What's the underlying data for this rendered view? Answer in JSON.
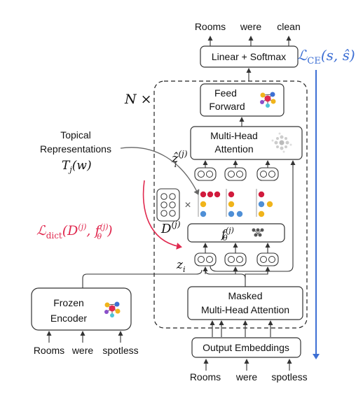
{
  "top_words": [
    "Rooms",
    "were",
    "clean"
  ],
  "input_words_left": [
    "Rooms",
    "were",
    "spotless"
  ],
  "input_words_right": [
    "Rooms",
    "were",
    "spotless"
  ],
  "boxes": {
    "linear_softmax": "Linear + Softmax",
    "feed_forward_1": "Feed",
    "feed_forward_2": "Forward",
    "multi_head_1": "Multi-Head",
    "multi_head_2": "Attention",
    "masked_1": "Masked",
    "masked_2": "Multi-Head Attention",
    "output_embeddings": "Output Embeddings",
    "frozen_1": "Frozen",
    "frozen_2": "Encoder"
  },
  "labels": {
    "n_times": "N ×",
    "topical_1": "Topical",
    "topical_2": "Representations",
    "topical_math": "T_j(w)",
    "loss_ce": "ℒ_CE(s, ŝ)",
    "loss_dict": "ℒ_dict(D^(j), f_θ^(j))",
    "d_j": "D^(j)",
    "f_theta": "f_θ^(j)",
    "z_hat": "ẑ_i^(j)",
    "z_i": "z_i",
    "times": "×"
  },
  "colors": {
    "loss_ce": "#3d6fd4",
    "loss_dict": "#e0294f",
    "dot_red": "#d11b3d",
    "dot_yellow": "#f0b41b",
    "dot_blue": "#4f8fd6",
    "dot_grey": "#888888"
  }
}
